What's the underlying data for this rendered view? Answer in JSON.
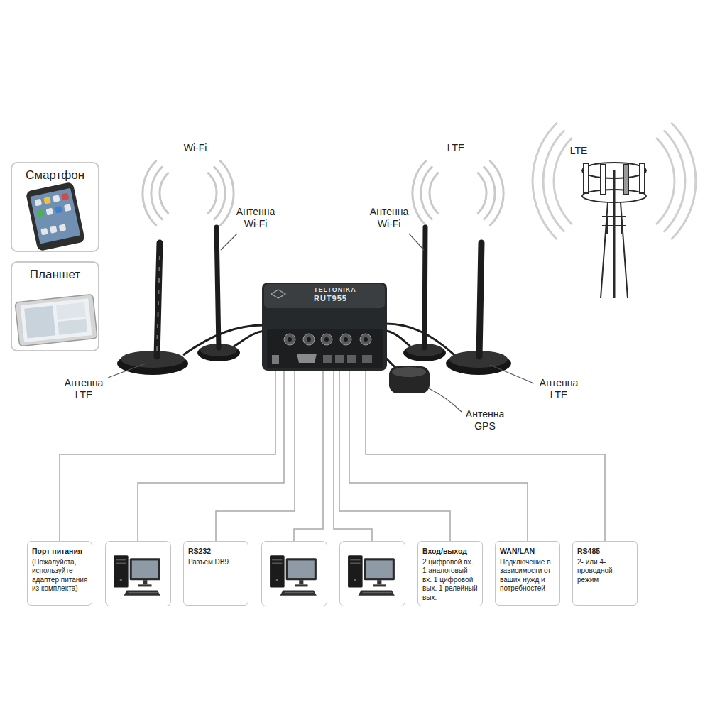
{
  "diagram": {
    "nodes": [
      {
        "text": [
          "Смартфон"
        ]
      },
      {
        "text": [
          "Планшет"
        ]
      },
      {
        "text": [
          "TELTONIKA",
          "RUT955"
        ]
      },
      {
        "text": [
          "Порт питания",
          "(Пожалуйста, используйте адаптер питания из комплекта)"
        ]
      },
      {
        "text": [
          "RS232",
          "Разъём DB9"
        ]
      },
      {
        "text": [
          "Вход/выход",
          "2 цифровой вх. 1 аналоговый вх. 1 цифровой вых. 1 релейный вых."
        ]
      },
      {
        "text": [
          "WAN/LAN",
          "Подключение в зависимости от ваших нужд и потребностей"
        ]
      },
      {
        "text": [
          "RS485",
          "2- или 4-проводной режим"
        ]
      }
    ],
    "edges": [
      {
        "from": 2,
        "to": 3,
        "arrow": "none"
      },
      {
        "from": 2,
        "to": 4,
        "arrow": "none"
      },
      {
        "from": 2,
        "to": 5,
        "arrow": "none"
      },
      {
        "from": 2,
        "to": 6,
        "arrow": "none"
      },
      {
        "from": 2,
        "to": 7,
        "arrow": "none"
      }
    ],
    "labels": [
      "Wi-Fi",
      "LTE",
      "LTE",
      "Антенна Wi-Fi",
      "Антенна Wi-Fi",
      "Антенна LTE",
      "Антенна LTE",
      "Антенна GPS"
    ]
  }
}
